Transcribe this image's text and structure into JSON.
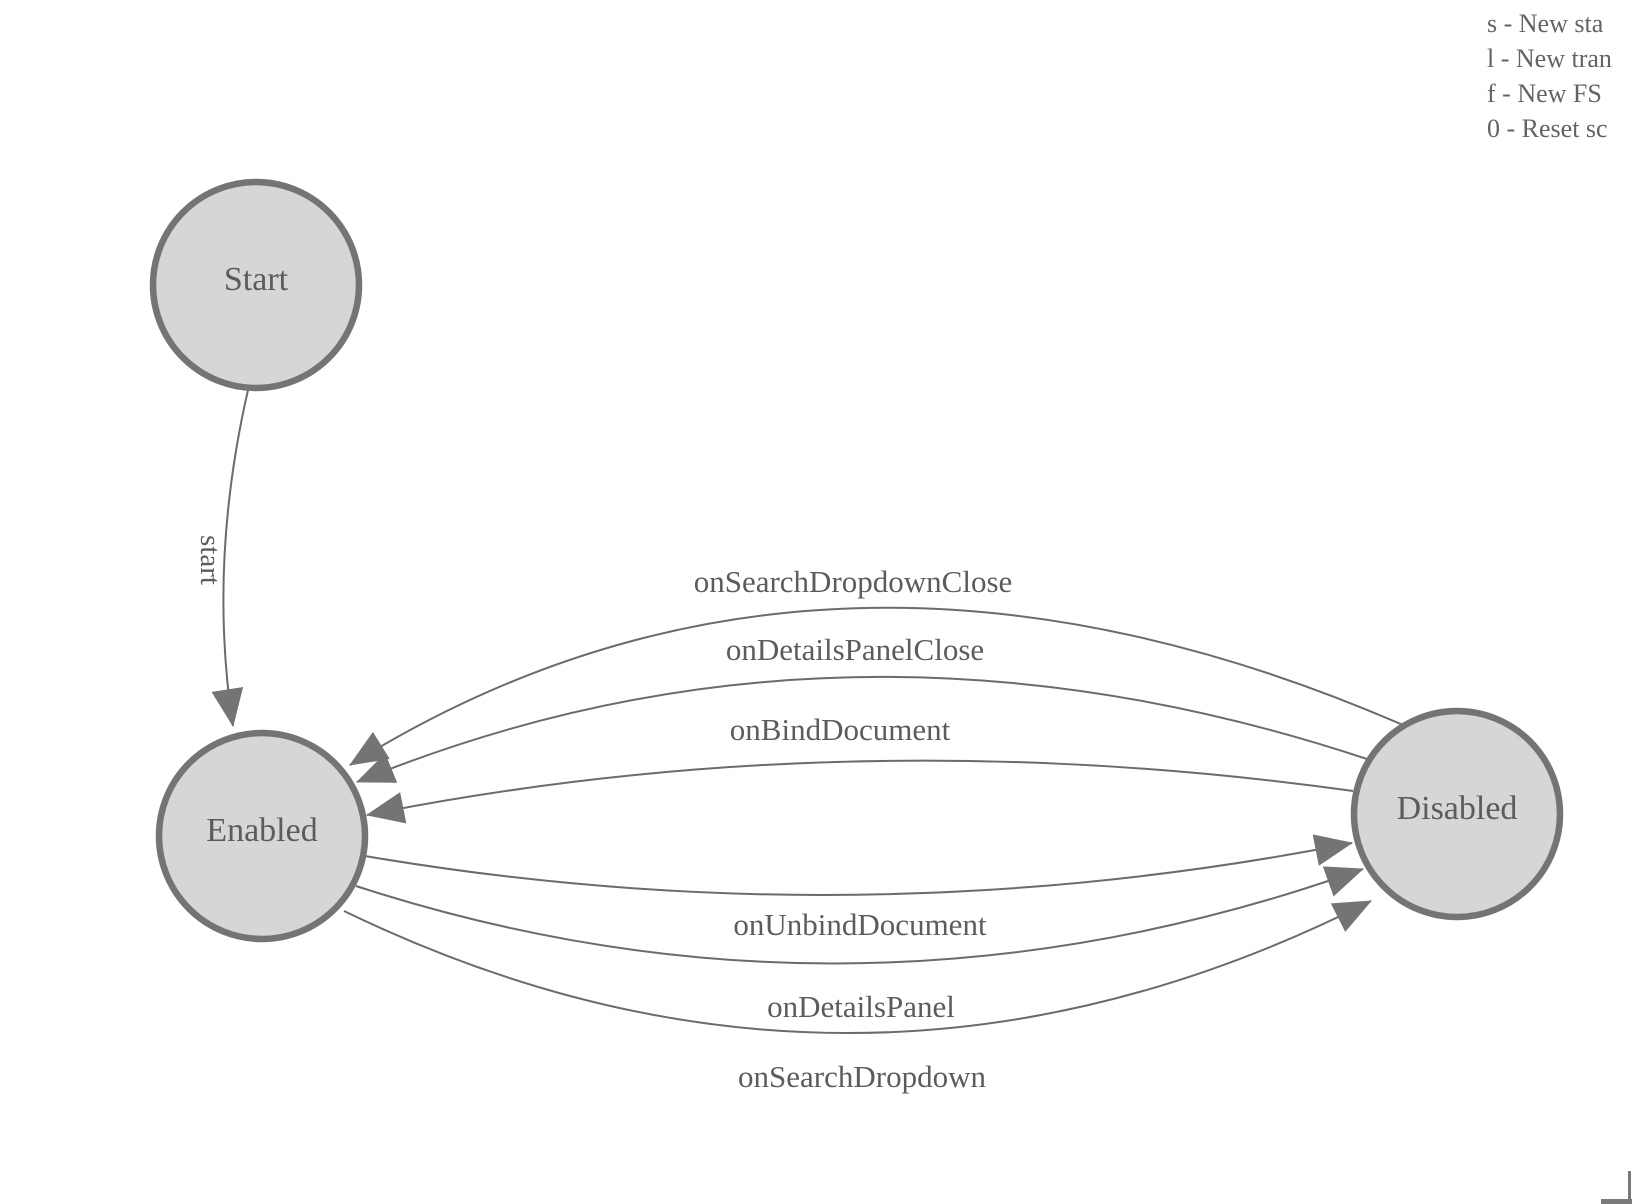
{
  "diagram": {
    "title": "finite-state-machine",
    "states": [
      {
        "label": "Start"
      },
      {
        "label": "Enabled"
      },
      {
        "label": "Disabled"
      }
    ],
    "transitions": [
      {
        "label": "start",
        "from": "Start",
        "to": "Enabled"
      },
      {
        "label": "onSearchDropdownClose",
        "from": "Disabled",
        "to": "Enabled"
      },
      {
        "label": "onDetailsPanelClose",
        "from": "Disabled",
        "to": "Enabled"
      },
      {
        "label": "onBindDocument",
        "from": "Disabled",
        "to": "Enabled"
      },
      {
        "label": "onUnbindDocument",
        "from": "Enabled",
        "to": "Disabled"
      },
      {
        "label": "onDetailsPanel",
        "from": "Enabled",
        "to": "Disabled"
      },
      {
        "label": "onSearchDropdown",
        "from": "Enabled",
        "to": "Disabled"
      }
    ]
  },
  "legend": {
    "lines": [
      "s - New sta",
      "l - New tran",
      "f - New FS",
      "0 - Reset sc"
    ]
  },
  "colors": {
    "background": "#ffffff",
    "node_fill": "#d6d6d6",
    "node_border": "#747474",
    "edge_line": "#6b6b6b",
    "arrowhead": "#747474",
    "node_text": "#5c5c5c",
    "legend_text": "#636363"
  }
}
